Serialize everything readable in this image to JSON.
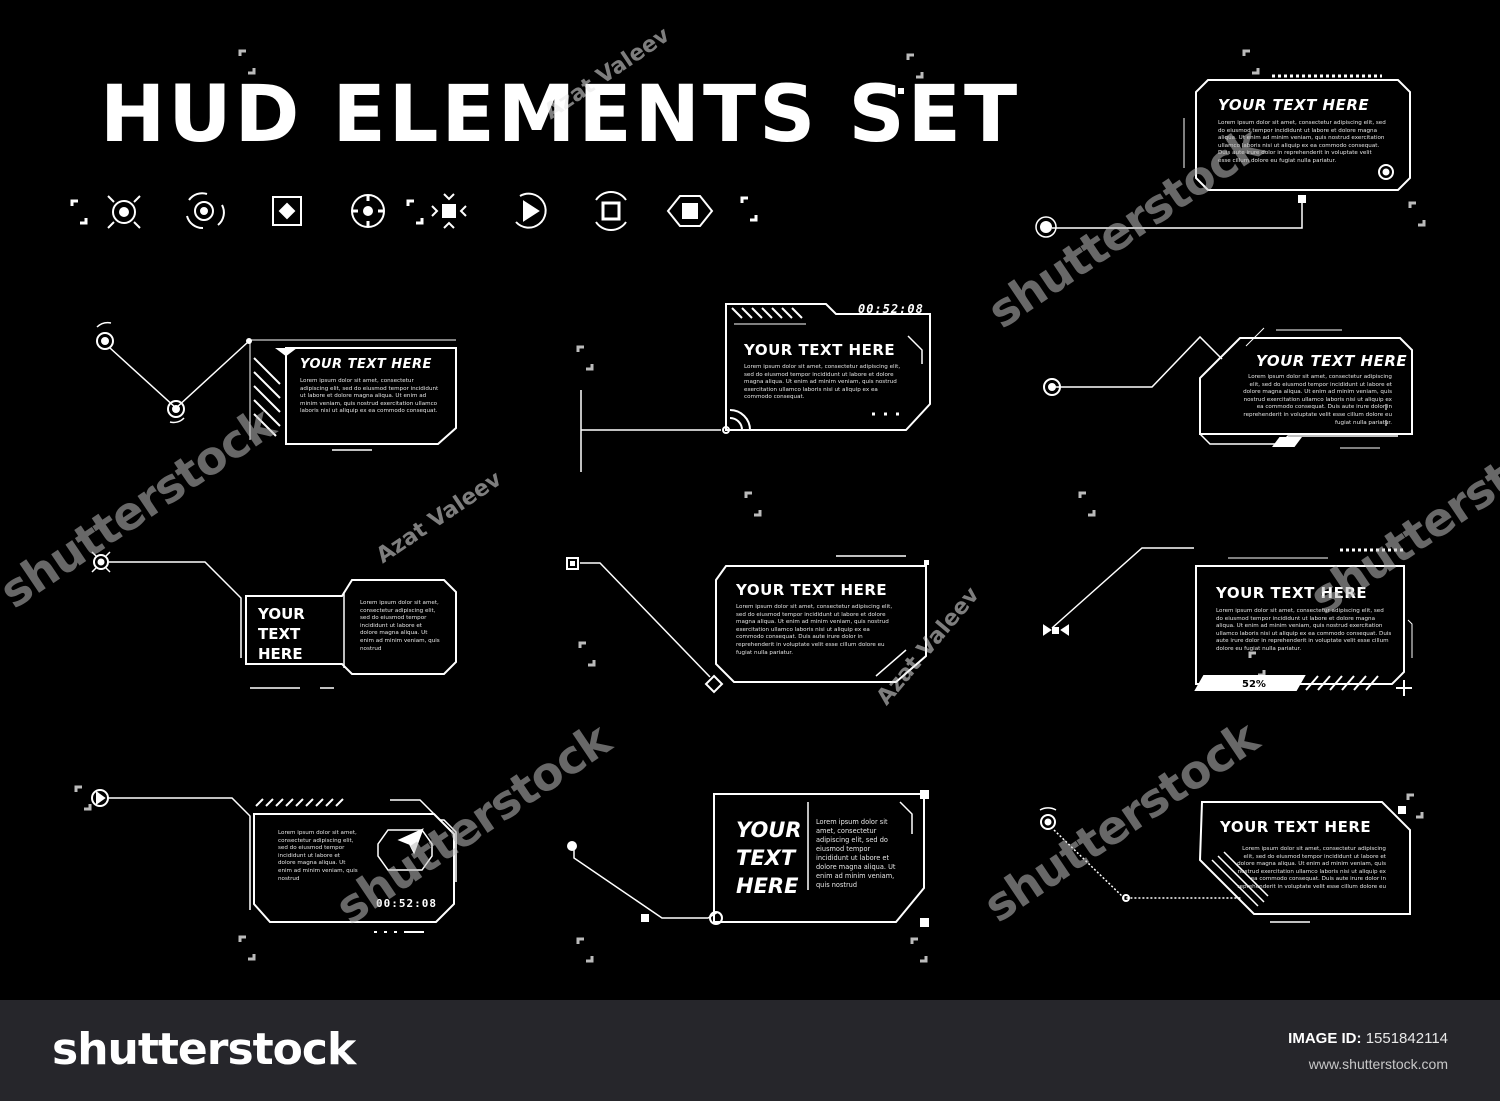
{
  "title": "HUD ELEMENTS SET",
  "boxes": {
    "tr_head": "YOUR TEXT HERE",
    "a_head": "YOUR TEXT HERE",
    "b_head": "YOUR TEXT HERE",
    "b_time": "00:52:08",
    "c_head": "YOUR TEXT HERE",
    "d_head": "YOUR\nTEXT\nHERE",
    "e_head": "YOUR TEXT HERE",
    "f_head": "YOUR TEXT HERE",
    "f_pct": "52%",
    "g_time": "00:52:08",
    "h_head": "YOUR\nTEXT\nHERE",
    "i_head": "YOUR TEXT HERE"
  },
  "lorem": {
    "long": "Lorem ipsum dolor sit amet, consectetur adipiscing elit, sed do eiusmod tempor incididunt ut labore et dolore magna aliqua. Ut enim ad minim veniam, quis nostrud exercitation ullamco laboris nisi ut aliquip ex ea commodo consequat. Duis aute irure dolor in reprehenderit in voluptate velit esse cillum dolore eu fugiat nulla pariatur.",
    "short": "Lorem ipsum dolor sit amet, consectetur adipiscing elit, sed do eiusmod tempor incididunt ut labore et dolore magna aliqua. Ut enim ad minim veniam, quis nostrud exercitation ullamco laboris nisi ut aliquip ex ea commodo consequat.",
    "narrow": "Lorem ipsum dolor sit amet, consectetur adipiscing elit, sed do eiusmod tempor incididunt ut labore et dolore magna aliqua. Ut enim ad minim veniam, quis nostrud"
  },
  "watermarks": {
    "credit": "Azat Valeev",
    "logo": "shutterstock"
  },
  "footer": {
    "logo": "shutterstock",
    "image_id_label": "IMAGE ID:",
    "image_id": "1551842114",
    "url": "www.shutterstock.com"
  },
  "colors": {
    "background": "#000000",
    "stroke": "#ffffff",
    "footer": "#26262b"
  }
}
